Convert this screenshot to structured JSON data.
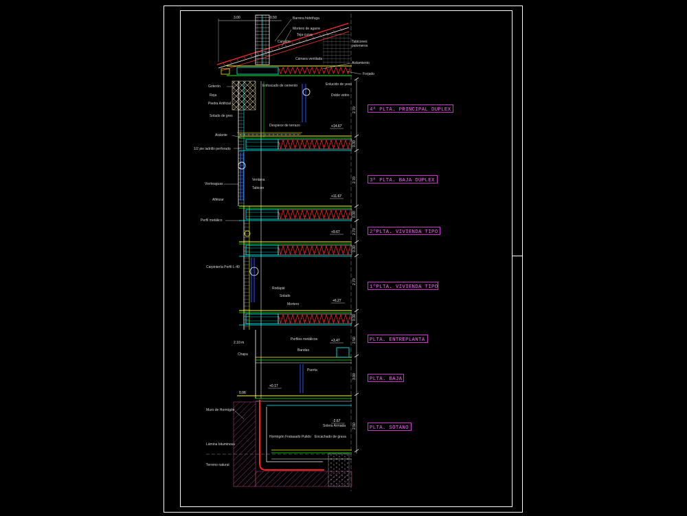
{
  "drawing": {
    "floor_labels": [
      "4ª PLTA. PRINCIPAL DUPLEX",
      "3ª PLTA. BAJA DUPLEX",
      "2ºPLTA. VIVIENDA TIPO",
      "1ºPLTA. VIVIENDA TIPO",
      "PLTA. ENTREPLANTA",
      "PLTA. BAJA",
      "PLTA. SOTANO"
    ],
    "labels": [
      "Barrera hidrófuga",
      "Mortero de agarre",
      "Teja curva",
      "Canalón",
      "Tabicones",
      "palomeros",
      "Cámara ventilada",
      "Aislamiento",
      "Forjado",
      "Goterón",
      "Enfoscado de cemento",
      "Enlucido de yeso",
      "Reja",
      "Doble vidrio",
      "Piedra Artificial",
      "Solado de gres",
      "Despiece de terrazo",
      "Aislante",
      "1/2 pie ladrillo perforado",
      "Ventana",
      "Vierteaguas",
      "Tabicón",
      "Alféizar",
      "Perfil metálico",
      "Carpintería Perfil L-40",
      "Rodapié",
      "Solado",
      "Mortero",
      "Perfiles metálicos",
      "Bandas",
      "Chapa",
      "Puerta",
      "Muro de Hormigón",
      "Hormigón Fratasado Pulido",
      "Encachado de grava",
      "Solera Armada",
      "Lámina bituminosa",
      "Terreno natural"
    ],
    "levels": [
      "+14.67",
      "+11.67",
      "+9.67",
      "+6.27",
      "+3.47",
      "+0.17",
      "-2.67",
      "0.06"
    ],
    "dims_top": [
      "3.00",
      "0.50"
    ],
    "dims_side": [
      "2.70",
      "0.30",
      "2.70",
      "0.30",
      "2.70",
      "0.30",
      "2.70",
      "0.30",
      "2.50",
      "3.00",
      "2.50"
    ],
    "dim_misc": [
      "2.10 m"
    ]
  },
  "colors": {
    "background": "#000000",
    "frame": "#ffffff",
    "floor_label": "#ff66ff",
    "insulation": "#ff2020",
    "slab_top": "#ffff00",
    "slab_green": "#00ff00",
    "slab_cyan": "#00ffff",
    "glazing": "#3050ff"
  }
}
